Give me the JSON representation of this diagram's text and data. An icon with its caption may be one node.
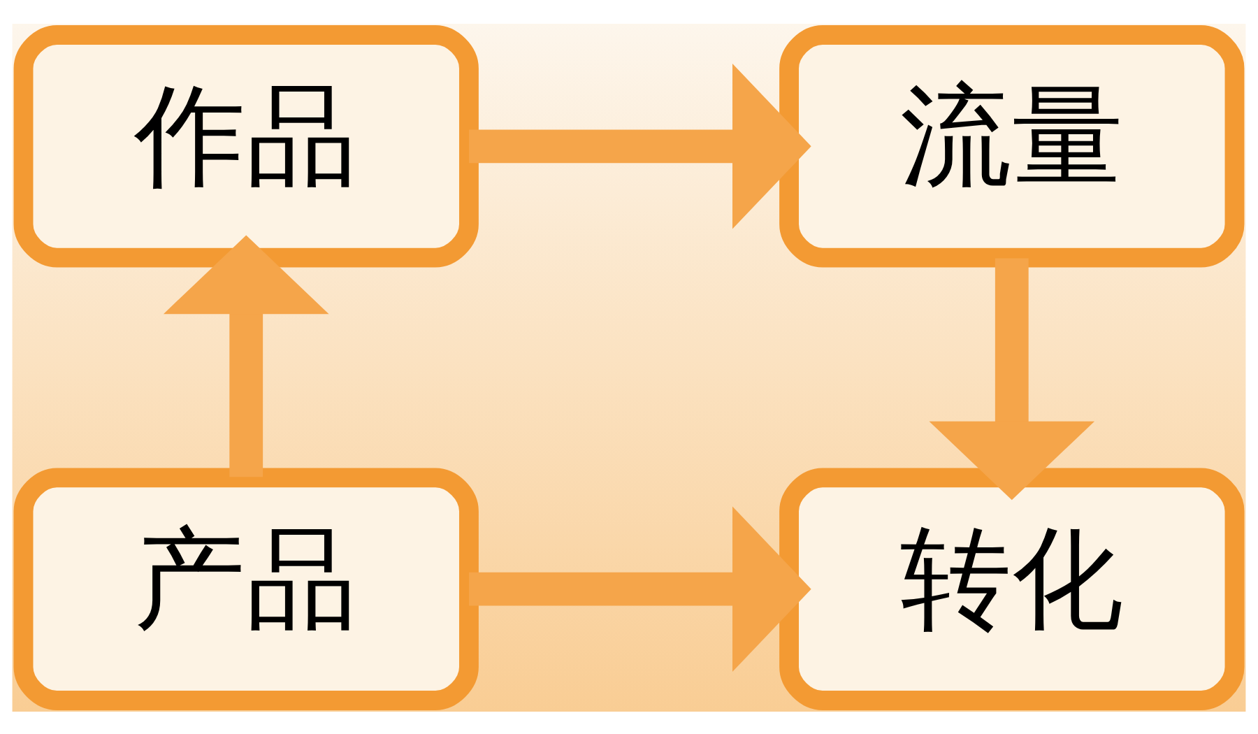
{
  "diagram": {
    "nodes": [
      {
        "text": [
          "作品"
        ]
      },
      {
        "text": [
          "流量"
        ]
      },
      {
        "text": [
          "产品"
        ]
      },
      {
        "text": [
          "转化"
        ]
      }
    ],
    "edges": [
      {
        "from": 0,
        "to": 1,
        "arrow": "to"
      },
      {
        "from": 1,
        "to": 3,
        "arrow": "to"
      },
      {
        "from": 2,
        "to": 0,
        "arrow": "to"
      },
      {
        "from": 2,
        "to": 3,
        "arrow": "to"
      }
    ]
  }
}
